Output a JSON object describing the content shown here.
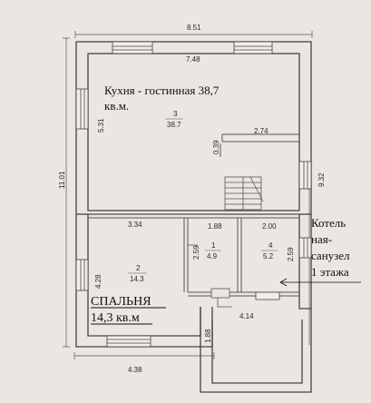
{
  "plan": {
    "dimensions": {
      "top_outer": "8.51",
      "top_inner": "7.48",
      "left_outer": "11.01",
      "right_outer": "9.32",
      "kitchen_left": "5.31",
      "kitchen_stair_width": "2.74",
      "kitchen_stair_depth": "0.39",
      "bedroom_width": "3.34",
      "bedroom_height": "4.28",
      "room1_width": "1.88",
      "room1_height": "2.59",
      "room4_width": "2.00",
      "room4_height": "2.59",
      "porch_width": "4.14",
      "porch_depth": "1.88",
      "bottom_width": "4.38"
    },
    "rooms": [
      {
        "number": "3",
        "area": "38.7"
      },
      {
        "number": "2",
        "area": "14.3"
      },
      {
        "number": "1",
        "area": "4.9"
      },
      {
        "number": "4",
        "area": "5.2"
      }
    ],
    "annotations": {
      "kitchen_line1": "Кухня - гостинная 38,7",
      "kitchen_line2": "кв.м.",
      "bedroom_line1": "СПАЛЬНЯ",
      "bedroom_line2": "14,3 кв.м",
      "boiler_line1": "Котель",
      "boiler_line2": "ная-",
      "boiler_line3": "санузел",
      "boiler_line4": "1 этажа"
    }
  }
}
